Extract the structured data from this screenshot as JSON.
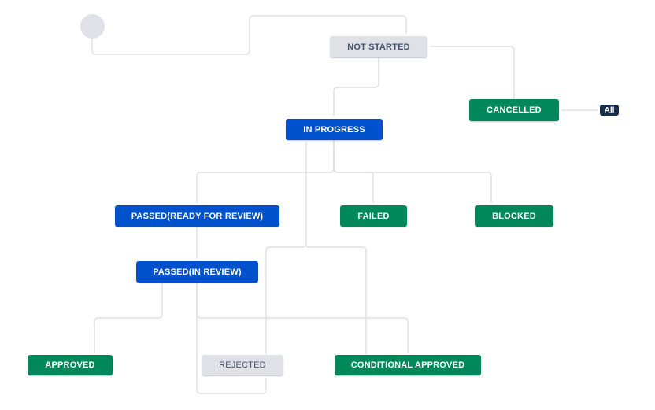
{
  "workflow": {
    "global_transition_label": "All",
    "statuses": {
      "not_started": {
        "label": "NOT STARTED",
        "category": "todo"
      },
      "in_progress": {
        "label": "IN PROGRESS",
        "category": "progress"
      },
      "cancelled": {
        "label": "CANCELLED",
        "category": "done"
      },
      "passed_ready": {
        "label": "PASSED(READY FOR REVIEW)",
        "category": "progress"
      },
      "failed": {
        "label": "FAILED",
        "category": "done"
      },
      "blocked": {
        "label": "BLOCKED",
        "category": "done"
      },
      "passed_in_review": {
        "label": "PASSED(IN REVIEW)",
        "category": "progress"
      },
      "approved": {
        "label": "APPROVED",
        "category": "done"
      },
      "rejected": {
        "label": "REJECTED",
        "category": "todo"
      },
      "conditional_approved": {
        "label": "CONDITIONAL APPROVED",
        "category": "done"
      }
    },
    "colors": {
      "todo": "#dfe1e6",
      "progress": "#0052cc",
      "done": "#00875a",
      "connector": "#dfe1e6",
      "badge": "#172b4d"
    }
  }
}
